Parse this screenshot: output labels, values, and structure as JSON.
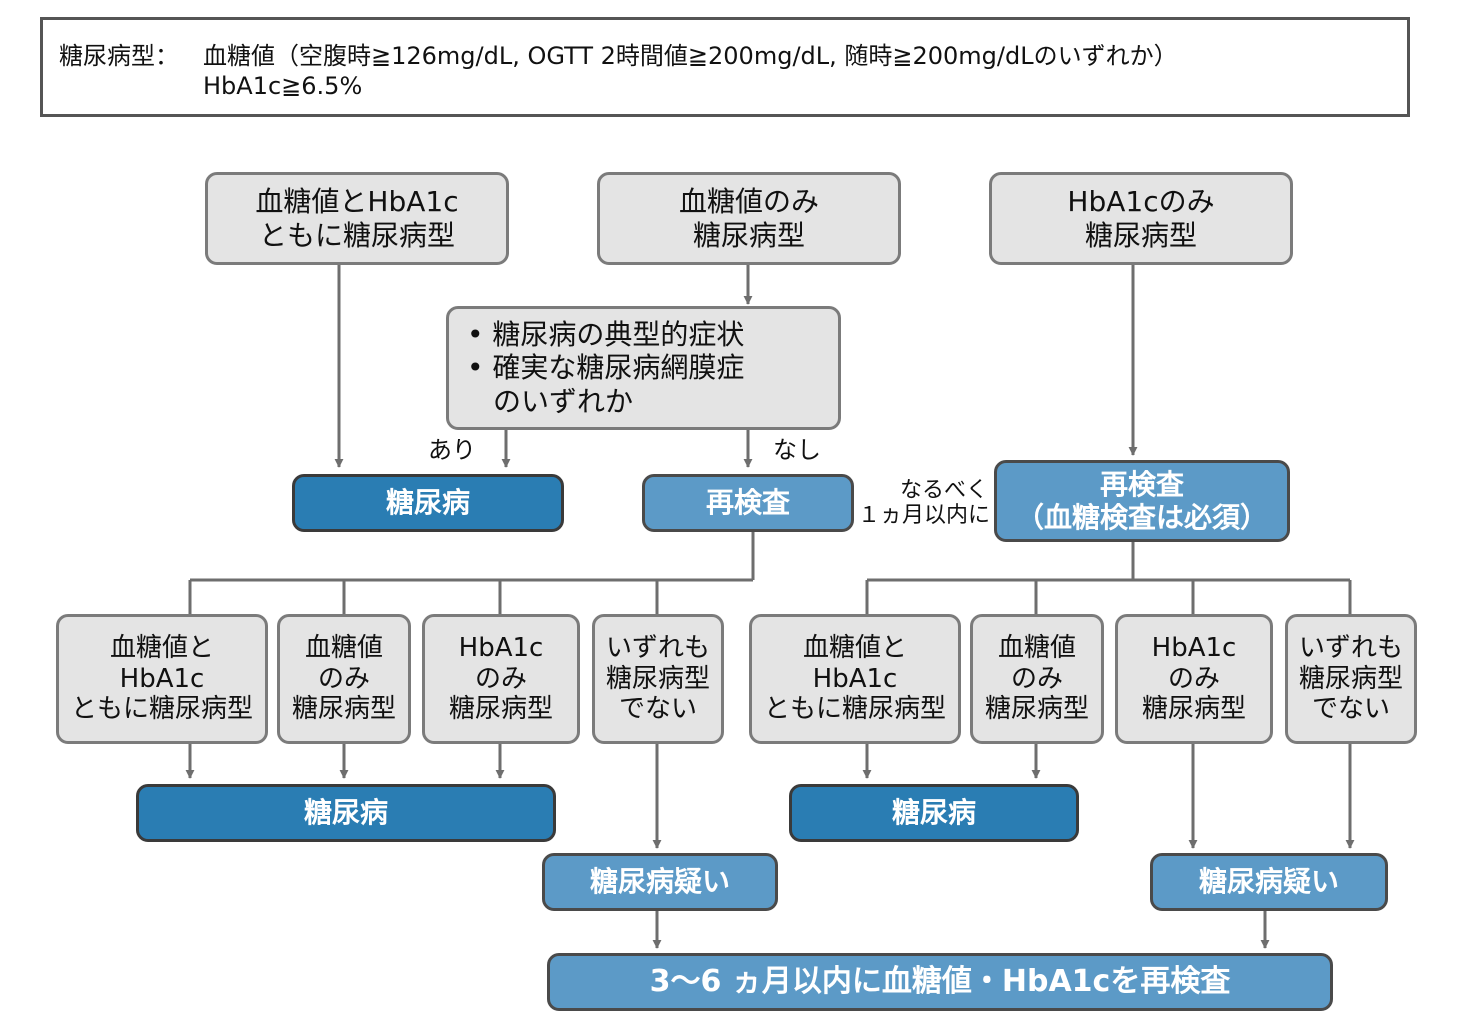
{
  "header": {
    "label": "糖尿病型：",
    "line1": "血糖値（空腹時≧126mg/dL, OGTT 2時間値≧200mg/dL, 随時≧200mg/dLのいずれか）",
    "line2": "HbA1c≧6.5%"
  },
  "top_boxes": {
    "both": [
      "血糖値とHbA1c",
      "ともに糖尿病型"
    ],
    "glucose_only": [
      "血糖値のみ",
      "糖尿病型"
    ],
    "hba1c_only": [
      "HbA1cのみ",
      "糖尿病型"
    ]
  },
  "symptoms_box": [
    "• 糖尿病の典型的症状",
    "• 確実な糖尿病網膜症",
    "のいずれか"
  ],
  "labels": {
    "yes": "あり",
    "no": "なし",
    "within_month": [
      "なるべく",
      "１ヵ月以内に"
    ]
  },
  "results": {
    "diabetes": "糖尿病",
    "retest": "再検査",
    "retest_required": [
      "再検査",
      "（血糖検査は必須）"
    ],
    "suspected": "糖尿病疑い",
    "final": "3〜6 ヵ月以内に血糖値・HbA1cを再検査"
  },
  "branch_boxes": {
    "both": [
      "血糖値と",
      "HbA1c",
      "ともに糖尿病型"
    ],
    "glucose_only": [
      "血糖値",
      "のみ",
      "糖尿病型"
    ],
    "hba1c_only": [
      "HbA1c",
      "のみ",
      "糖尿病型"
    ],
    "neither": [
      "いずれも",
      "糖尿病型",
      "でない"
    ]
  },
  "colors": {
    "grey_box": "#e4e4e4",
    "diabetes_box": "#2a7db3",
    "retest_box": "#5c9ac7",
    "line": "#6e6e6e"
  }
}
